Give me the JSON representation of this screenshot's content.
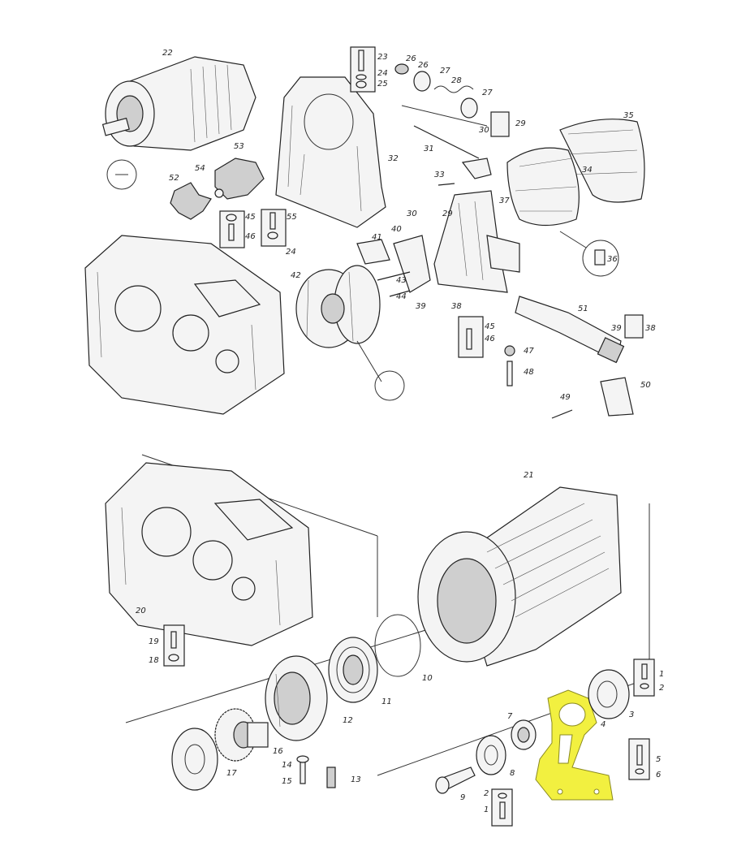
{
  "labels": {
    "l1": "1",
    "l2": "2",
    "l3": "3",
    "l4": "4",
    "l5": "5",
    "l6": "6",
    "l7": "7",
    "l8": "8",
    "l9": "9",
    "l10": "10",
    "l11": "11",
    "l12": "12",
    "l13": "13",
    "l14": "14",
    "l15": "15",
    "l16": "16",
    "l17": "17",
    "l18": "18",
    "l19": "19",
    "l20": "20",
    "l21": "21",
    "l22": "22",
    "l23": "23",
    "l24a": "24",
    "l24b": "24",
    "l25": "25",
    "l26a": "26",
    "l26b": "26",
    "l27a": "27",
    "l27b": "27",
    "l28": "28",
    "l29a": "29",
    "l29b": "29",
    "l30a": "30",
    "l30b": "30",
    "l31": "31",
    "l32": "32",
    "l33": "33",
    "l34": "34",
    "l35": "35",
    "l36": "36",
    "l37": "37",
    "l38a": "38",
    "l38b": "38",
    "l39a": "39",
    "l39b": "39",
    "l40": "40",
    "l41": "41",
    "l42": "42",
    "l43": "43",
    "l44": "44",
    "l45a": "45",
    "l45b": "45",
    "l46a": "46",
    "l46b": "46",
    "l47": "47",
    "l48": "48",
    "l49": "49",
    "l50": "50",
    "l51": "51",
    "l52": "52",
    "l53": "53",
    "l54": "54",
    "l55": "55",
    "l1b": "1",
    "l2b": "2"
  },
  "highlight_color": "#f2f040"
}
